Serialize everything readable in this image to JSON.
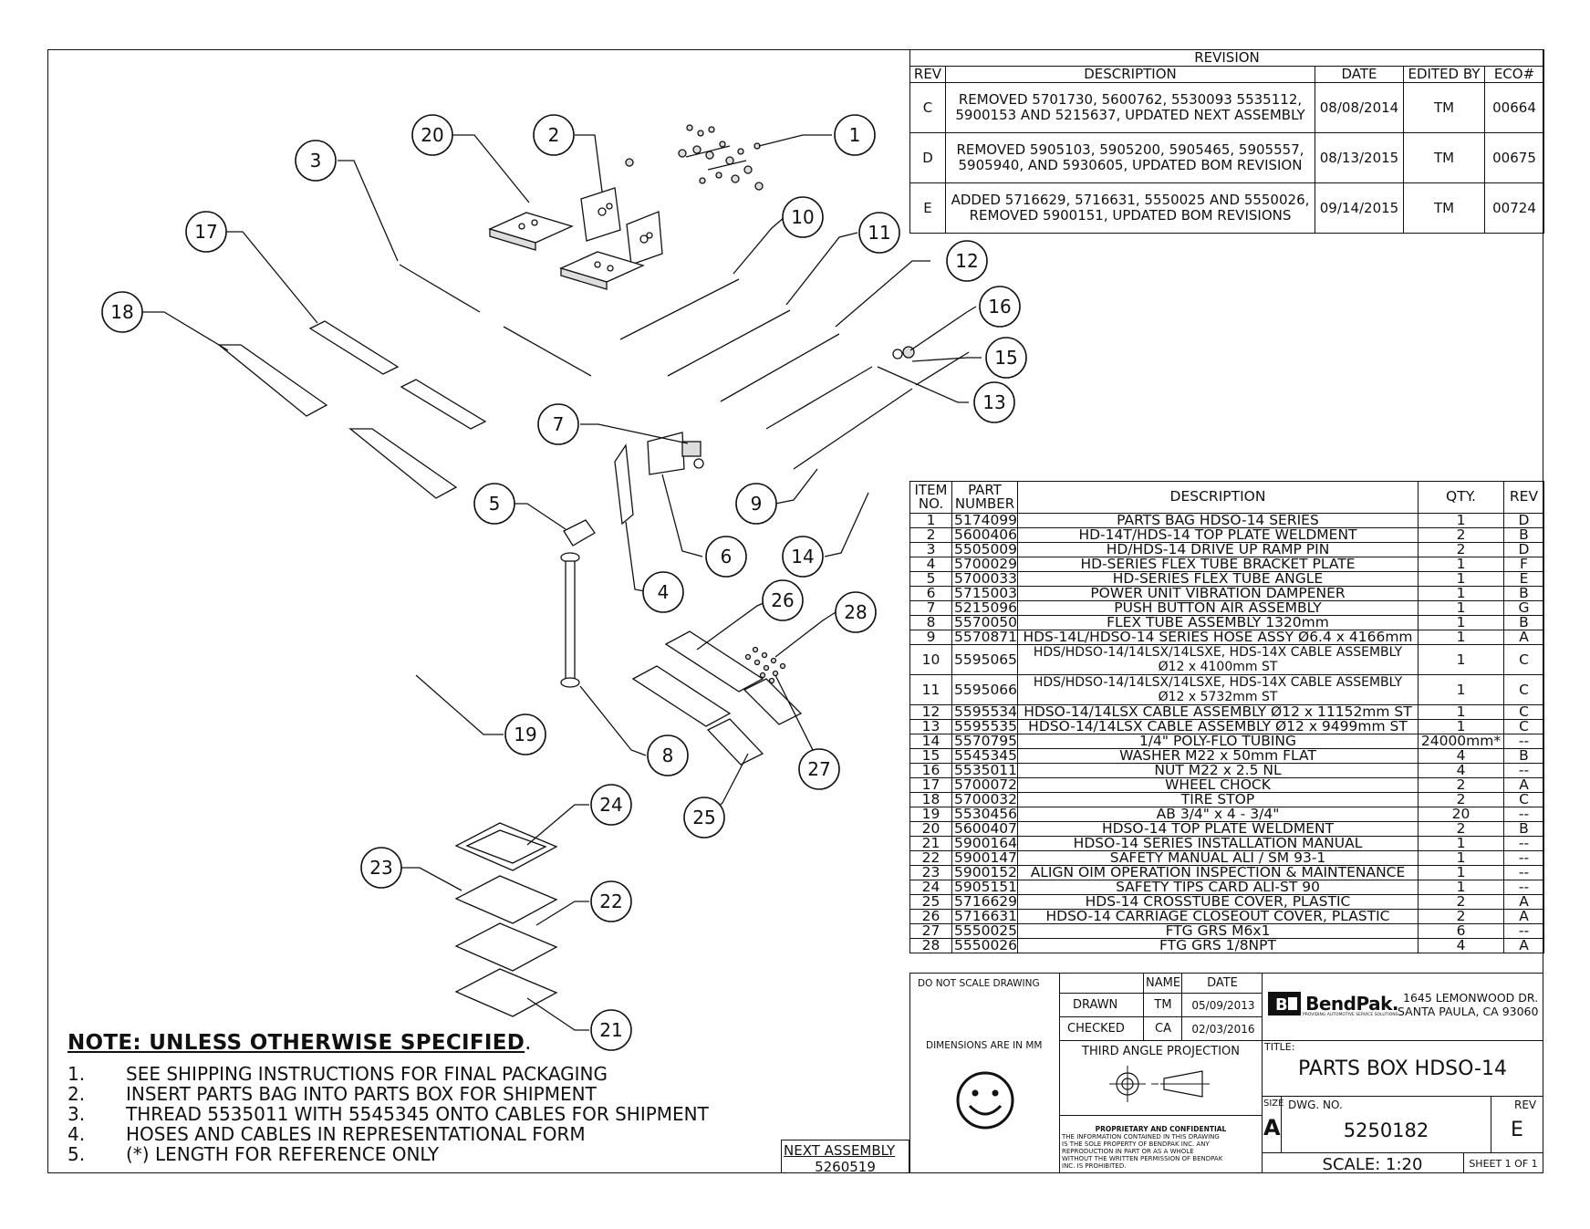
{
  "revision": {
    "header": "REVISION",
    "columns": [
      "REV",
      "DESCRIPTION",
      "DATE",
      "EDITED BY",
      "ECO#"
    ],
    "rows": [
      {
        "rev": "C",
        "description": "REMOVED 5701730, 5600762, 5530093 5535112, 5900153 AND 5215637, UPDATED NEXT ASSEMBLY",
        "date": "08/08/2014",
        "edited_by": "TM",
        "eco": "00664"
      },
      {
        "rev": "D",
        "description": "REMOVED 5905103, 5905200, 5905465, 5905557, 5905940, AND 5930605, UPDATED BOM REVISION",
        "date": "08/13/2015",
        "edited_by": "TM",
        "eco": "00675"
      },
      {
        "rev": "E",
        "description": "ADDED 5716629, 5716631, 5550025 AND 5550026, REMOVED 5900151, UPDATED BOM REVISIONS",
        "date": "09/14/2015",
        "edited_by": "TM",
        "eco": "00724"
      }
    ]
  },
  "bom": {
    "columns": {
      "item": "ITEM NO.",
      "part": "PART NUMBER",
      "description": "DESCRIPTION",
      "qty": "QTY.",
      "rev": "REV"
    },
    "rows": [
      {
        "item": "1",
        "part": "5174099",
        "description": "PARTS BAG HDSO-14 SERIES",
        "qty": "1",
        "rev": "D"
      },
      {
        "item": "2",
        "part": "5600406",
        "description": "HD-14T/HDS-14 TOP PLATE WELDMENT",
        "qty": "2",
        "rev": "B"
      },
      {
        "item": "3",
        "part": "5505009",
        "description": "HD/HDS-14 DRIVE UP RAMP PIN",
        "qty": "2",
        "rev": "D"
      },
      {
        "item": "4",
        "part": "5700029",
        "description": "HD-SERIES FLEX TUBE BRACKET PLATE",
        "qty": "1",
        "rev": "F"
      },
      {
        "item": "5",
        "part": "5700033",
        "description": "HD-SERIES FLEX TUBE ANGLE",
        "qty": "1",
        "rev": "E"
      },
      {
        "item": "6",
        "part": "5715003",
        "description": "POWER UNIT VIBRATION DAMPENER",
        "qty": "1",
        "rev": "B"
      },
      {
        "item": "7",
        "part": "5215096",
        "description": "PUSH BUTTON AIR ASSEMBLY",
        "qty": "1",
        "rev": "G"
      },
      {
        "item": "8",
        "part": "5570050",
        "description": "FLEX TUBE ASSEMBLY 1320mm",
        "qty": "1",
        "rev": "B"
      },
      {
        "item": "9",
        "part": "5570871",
        "description": "HDS-14L/HDSO-14 SERIES HOSE ASSY Ø6.4 x 4166mm",
        "qty": "1",
        "rev": "A"
      },
      {
        "item": "10",
        "part": "5595065",
        "description": "HDS/HDSO-14/14LSX/14LSXE, HDS-14X CABLE ASSEMBLY Ø12 x 4100mm ST",
        "qty": "1",
        "rev": "C"
      },
      {
        "item": "11",
        "part": "5595066",
        "description": "HDS/HDSO-14/14LSX/14LSXE, HDS-14X CABLE ASSEMBLY Ø12 x 5732mm ST",
        "qty": "1",
        "rev": "C"
      },
      {
        "item": "12",
        "part": "5595534",
        "description": "HDSO-14/14LSX CABLE ASSEMBLY Ø12 x 11152mm ST",
        "qty": "1",
        "rev": "C"
      },
      {
        "item": "13",
        "part": "5595535",
        "description": "HDSO-14/14LSX CABLE ASSEMBLY Ø12 x 9499mm ST",
        "qty": "1",
        "rev": "C"
      },
      {
        "item": "14",
        "part": "5570795",
        "description": "1/4\" POLY-FLO TUBING",
        "qty": "24000mm*",
        "rev": "--"
      },
      {
        "item": "15",
        "part": "5545345",
        "description": "WASHER M22 x 50mm FLAT",
        "qty": "4",
        "rev": "B"
      },
      {
        "item": "16",
        "part": "5535011",
        "description": "NUT M22 x 2.5 NL",
        "qty": "4",
        "rev": "--"
      },
      {
        "item": "17",
        "part": "5700072",
        "description": "WHEEL CHOCK",
        "qty": "2",
        "rev": "A"
      },
      {
        "item": "18",
        "part": "5700032",
        "description": "TIRE STOP",
        "qty": "2",
        "rev": "C"
      },
      {
        "item": "19",
        "part": "5530456",
        "description": "AB 3/4\" x 4 - 3/4\"",
        "qty": "20",
        "rev": "--"
      },
      {
        "item": "20",
        "part": "5600407",
        "description": "HDSO-14 TOP PLATE WELDMENT",
        "qty": "2",
        "rev": "B"
      },
      {
        "item": "21",
        "part": "5900164",
        "description": "HDSO-14 SERIES INSTALLATION MANUAL",
        "qty": "1",
        "rev": "--"
      },
      {
        "item": "22",
        "part": "5900147",
        "description": "SAFETY MANUAL ALI / SM 93-1",
        "qty": "1",
        "rev": "--"
      },
      {
        "item": "23",
        "part": "5900152",
        "description": "ALIGN OIM OPERATION INSPECTION & MAINTENANCE",
        "qty": "1",
        "rev": "--"
      },
      {
        "item": "24",
        "part": "5905151",
        "description": "SAFETY TIPS CARD ALI-ST 90",
        "qty": "1",
        "rev": "--"
      },
      {
        "item": "25",
        "part": "5716629",
        "description": "HDS-14 CROSSTUBE COVER, PLASTIC",
        "qty": "2",
        "rev": "A"
      },
      {
        "item": "26",
        "part": "5716631",
        "description": "HDSO-14 CARRIAGE CLOSEOUT COVER, PLASTIC",
        "qty": "2",
        "rev": "A"
      },
      {
        "item": "27",
        "part": "5550025",
        "description": "FTG GRS M6x1",
        "qty": "6",
        "rev": "--"
      },
      {
        "item": "28",
        "part": "5550026",
        "description": "FTG GRS 1/8NPT",
        "qty": "4",
        "rev": "A"
      }
    ]
  },
  "balloons": [
    "1",
    "2",
    "3",
    "4",
    "5",
    "6",
    "7",
    "8",
    "9",
    "10",
    "11",
    "12",
    "13",
    "14",
    "15",
    "16",
    "17",
    "18",
    "19",
    "20",
    "21",
    "22",
    "23",
    "24",
    "25",
    "26",
    "27",
    "28"
  ],
  "notes": {
    "title": "NOTE: UNLESS OTHERWISE SPECIFIED",
    "title_suffix": ".",
    "items": [
      {
        "n": "1.",
        "text": "SEE SHIPPING INSTRUCTIONS FOR FINAL PACKAGING"
      },
      {
        "n": "2.",
        "text": "INSERT PARTS BAG INTO PARTS BOX FOR SHIPMENT"
      },
      {
        "n": "3.",
        "text": "THREAD 5535011 WITH 5545345 ONTO CABLES FOR SHIPMENT"
      },
      {
        "n": "4.",
        "text": "HOSES AND CABLES IN REPRESENTATIONAL FORM"
      },
      {
        "n": "5.",
        "text": "(*) LENGTH FOR REFERENCE ONLY"
      }
    ]
  },
  "next_assembly": {
    "label": "NEXT ASSEMBLY",
    "value": "5260519"
  },
  "title_block": {
    "do_not_scale": "DO NOT SCALE DRAWING",
    "name_label": "NAME",
    "date_label": "DATE",
    "drawn_label": "DRAWN",
    "drawn_name": "TM",
    "drawn_date": "05/09/2013",
    "checked_label": "CHECKED",
    "checked_name": "CA",
    "checked_date": "02/03/2016",
    "dimensions": "DIMENSIONS ARE IN MM",
    "projection": "THIRD ANGLE PROJECTION",
    "proprietary_title": "PROPRIETARY AND CONFIDENTIAL",
    "proprietary_text": "THE INFORMATION CONTAINED IN THIS DRAWING IS THE SOLE PROPERTY OF BENDPAK INC. ANY REPRODUCTION IN PART OR AS A WHOLE WITHOUT THE WRITTEN PERMISSION OF BENDPAK INC. IS PROHIBITED.",
    "company": "BendPak.",
    "tagline": "PROVIDING AUTOMOTIVE SERVICE SOLUTIONS",
    "address_1": "1645 LEMONWOOD DR.",
    "address_2": "SANTA PAULA, CA 93060",
    "title_label": "TITLE:",
    "title": "PARTS BOX HDSO-14",
    "size_label": "SIZE",
    "size": "A",
    "dwg_label": "DWG. NO.",
    "dwg_no": "5250182",
    "rev_label": "REV",
    "rev": "E",
    "scale": "SCALE: 1:20",
    "sheet": "SHEET 1 OF 1"
  }
}
